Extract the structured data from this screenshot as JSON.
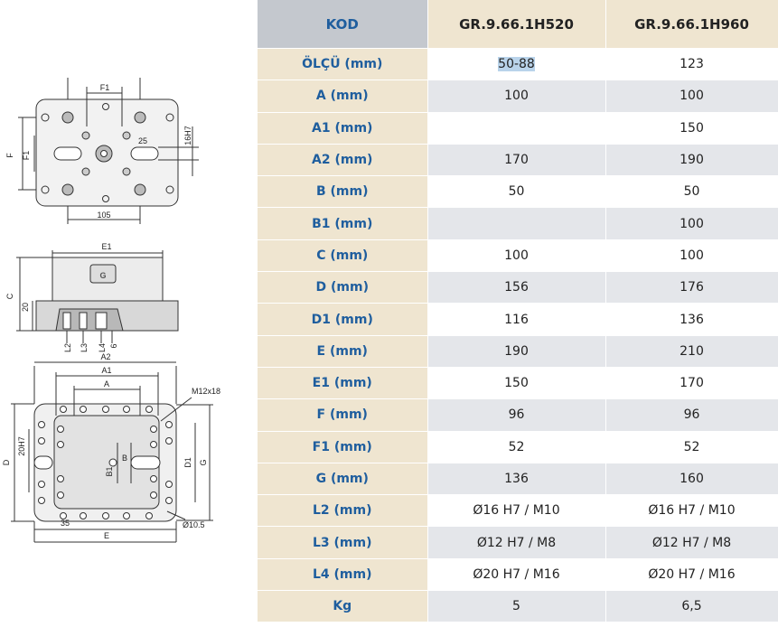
{
  "table": {
    "header": {
      "kod": "KOD",
      "models": [
        "GR.9.66.1H520",
        "GR.9.66.1H960"
      ]
    },
    "rows": [
      {
        "label": "ÖLÇÜ (mm)",
        "values": [
          "50-88",
          "123"
        ]
      },
      {
        "label": "A (mm)",
        "values": [
          "100",
          "100"
        ]
      },
      {
        "label": "A1 (mm)",
        "values": [
          "",
          "150"
        ]
      },
      {
        "label": "A2 (mm)",
        "values": [
          "170",
          "190"
        ]
      },
      {
        "label": "B (mm)",
        "values": [
          "50",
          "50"
        ]
      },
      {
        "label": "B1 (mm)",
        "values": [
          "",
          "100"
        ]
      },
      {
        "label": "C (mm)",
        "values": [
          "100",
          "100"
        ]
      },
      {
        "label": "D (mm)",
        "values": [
          "156",
          "176"
        ]
      },
      {
        "label": "D1 (mm)",
        "values": [
          "116",
          "136"
        ]
      },
      {
        "label": "E (mm)",
        "values": [
          "190",
          "210"
        ]
      },
      {
        "label": "E1 (mm)",
        "values": [
          "150",
          "170"
        ]
      },
      {
        "label": "F (mm)",
        "values": [
          "96",
          "96"
        ]
      },
      {
        "label": "F1 (mm)",
        "values": [
          "52",
          "52"
        ]
      },
      {
        "label": "G (mm)",
        "values": [
          "136",
          "160"
        ]
      },
      {
        "label": "L2 (mm)",
        "values": [
          "Ø16 H7 / M10",
          "Ø16 H7 / M10"
        ]
      },
      {
        "label": "L3 (mm)",
        "values": [
          "Ø12 H7 / M8",
          "Ø12 H7 / M8"
        ]
      },
      {
        "label": "L4 (mm)",
        "values": [
          "Ø20 H7 / M16",
          "Ø20 H7 / M16"
        ]
      },
      {
        "label": "Kg",
        "values": [
          "5",
          "6,5"
        ]
      }
    ]
  },
  "drawings": {
    "top_view": {
      "f1": "F1",
      "f": "F",
      "f1_side": "F1",
      "d25": "25",
      "h16": "16H7",
      "d105": "105"
    },
    "side_view": {
      "e1": "E1",
      "c": "C",
      "d20": "20",
      "l2": "L2",
      "l3": "L3",
      "l4": "L4",
      "d6": "6",
      "logo": "G"
    },
    "bottom_view": {
      "a2": "A2",
      "a1": "A1",
      "a": "A",
      "m12": "M12x18",
      "d": "D",
      "h20": "20H7",
      "b": "B",
      "b1": "B1",
      "d1": "D1",
      "g": "G",
      "d35": "35",
      "e": "E",
      "d105": "Ø10.5"
    }
  }
}
